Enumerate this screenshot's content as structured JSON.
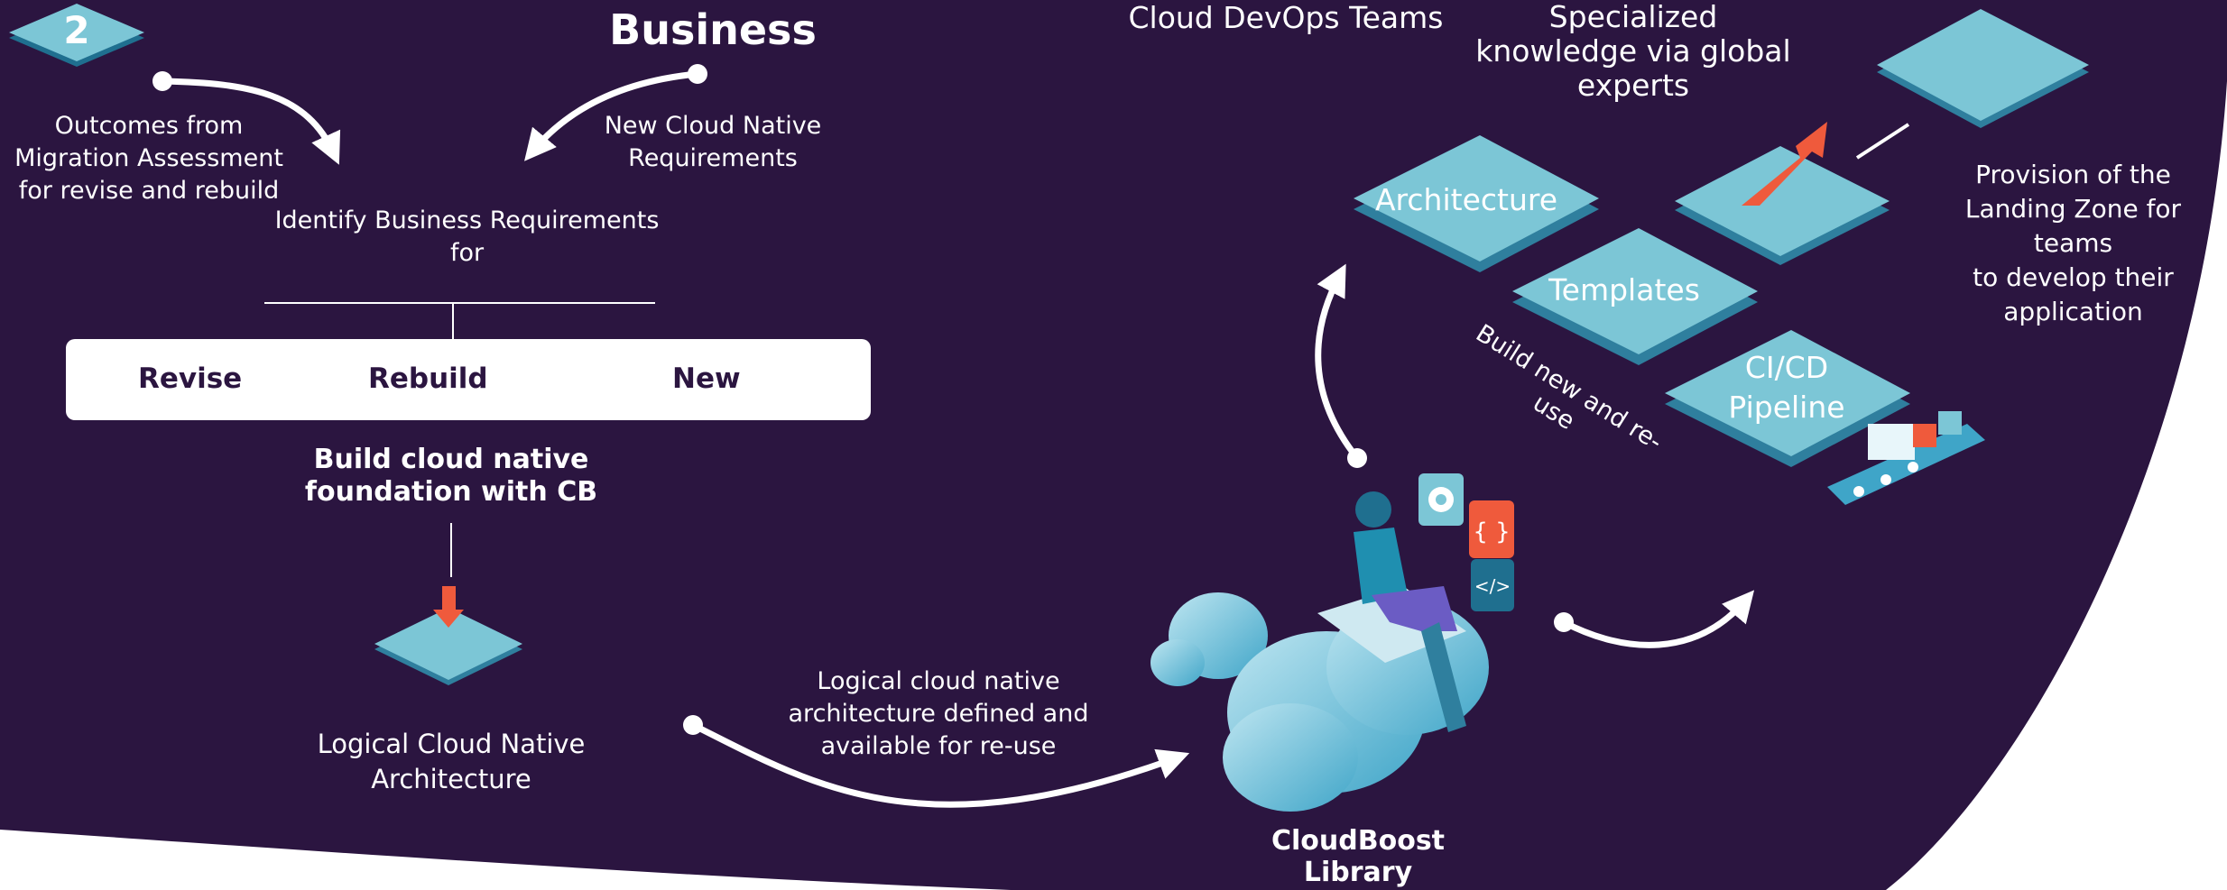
{
  "step": {
    "number": "2"
  },
  "business": {
    "title": "Business"
  },
  "outcomes": {
    "lines": [
      "Outcomes from",
      "Migration Assessment",
      "for revise and rebuild"
    ]
  },
  "new_requirements": {
    "lines": [
      "New  Cloud Native",
      "Requirements"
    ]
  },
  "identify": {
    "lines": [
      "Identify Business Requirements",
      "for"
    ]
  },
  "options": {
    "revise": "Revise",
    "rebuild": "Rebuild",
    "new": "New"
  },
  "foundation": {
    "lines": [
      "Build cloud native",
      "foundation with CB"
    ]
  },
  "logical_arch": {
    "lines": [
      "Logical Cloud Native",
      "Architecture"
    ]
  },
  "logical_defined": {
    "lines": [
      "Logical cloud native",
      "architecture defined and",
      "available for re-use"
    ]
  },
  "library": {
    "lines": [
      "CloudBoost",
      "Library"
    ]
  },
  "devops": {
    "label": "Cloud DevOps Teams"
  },
  "specialized": {
    "lines": [
      "Specialized",
      "knowledge via global",
      "experts"
    ]
  },
  "tiles": {
    "architecture": "Architecture",
    "templates": "Templates",
    "cicd": [
      "CI/CD",
      "Pipeline"
    ]
  },
  "build_new": {
    "label": "Build new and re-use"
  },
  "provision": {
    "lines": [
      "Provision of the",
      "Landing Zone for teams",
      "to develop their",
      "application"
    ]
  },
  "colors": {
    "background": "#2b1540",
    "tile": "#7cc6d6",
    "tile_dark": "#2f7f9e",
    "accent": "#ef5a3c"
  }
}
